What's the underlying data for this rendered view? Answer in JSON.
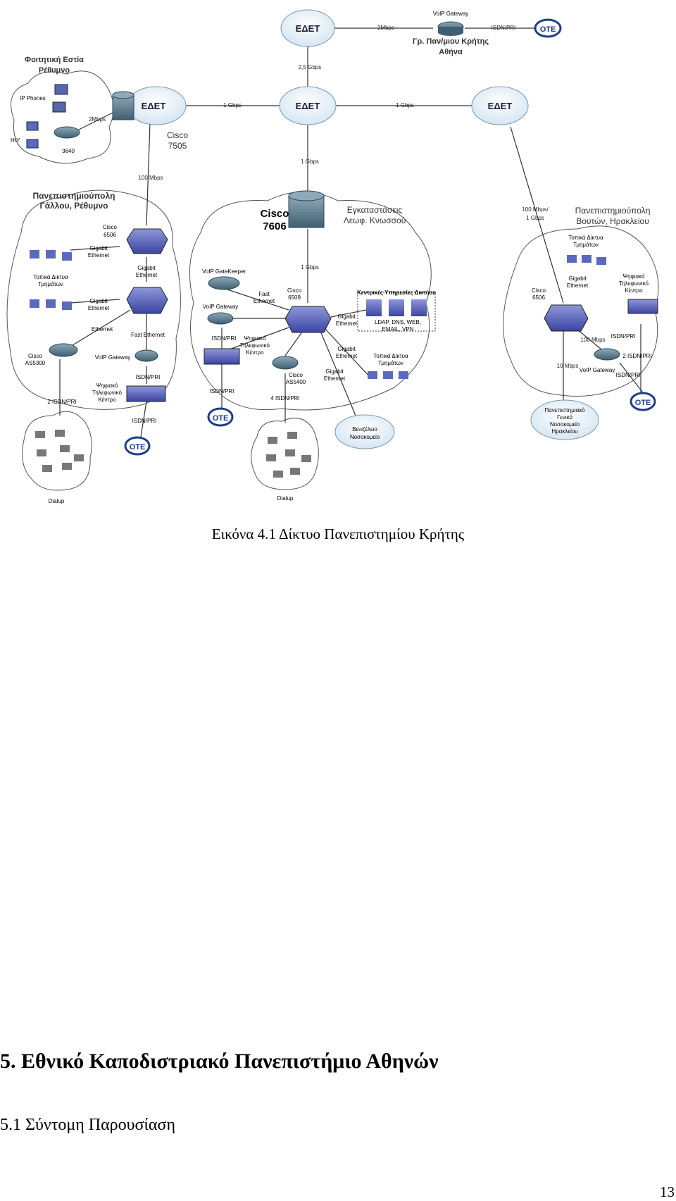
{
  "nodes": {
    "edet_top": "ΕΔΕΤ",
    "edet_left": "ΕΔΕΤ",
    "edet_center": "ΕΔΕΤ",
    "edet_right": "ΕΔΕΤ",
    "athens_voip": "VoIP Gateway",
    "athens_label1": "Γρ. Παν/μιου Κρήτης",
    "athens_label2": "Αθήνα",
    "ote": "ΟΤΕ",
    "student_home1": "Φοιτητική Εστία",
    "student_home2": "Ρέθυμνο",
    "ip_phones": "IP Phones",
    "pcs": "H/Y",
    "r3640": "3640",
    "cisco7505a": "Cisco",
    "cisco7505b": "7505",
    "gallou1": "Πανεπιστημιούπολη",
    "gallou2": "Γάλλου, Ρέθυμνο",
    "cisco6506a": "Cisco",
    "cisco6506b": "6506",
    "gigabit1": "Gigabit",
    "ethernet": "Ethernet",
    "local_nets1": "Τοπικά Δίκτυα",
    "local_nets2": "Τμημάτων",
    "fast_ethernet": "Fast Ethernet",
    "voip_gateway": "VoIP Gateway",
    "as5300a": "Cisco",
    "as5300b": "AS5300",
    "isdn_pri": "ISDN/PRI",
    "isdn_pri_2": "2 ISDN/PRI",
    "isdn_pri_4": "4 ISDN/PRI",
    "pbx1": "Ψηφιακό",
    "pbx2": "Τηλεφωνικό",
    "pbx3": "Κέντρο",
    "dialup": "Dialup",
    "cisco7606a": "Cisco",
    "cisco7606b": "7606",
    "knossos1": "Εγκαταστάσεις",
    "knossos2": "Λεωφ. Κνωσσού",
    "voip_gatekeeper": "VoIP GateKeeper",
    "fast": "Fast",
    "cisco6509a": "Cisco",
    "cisco6509b": "6509",
    "central_services": "Κεντρικές Υπηρεσίες Δικτύου",
    "services1": "LDAP, DNS, WEB,",
    "services2": "EMAIL, VPN",
    "as5400a": "Cisco",
    "as5400b": "AS5400",
    "venizelio1": "Βενιζέλειο",
    "venizelio2": "Νοσοκομείο",
    "voutes1": "Πανεπιστημιούπολη",
    "voutes2": "Βουτών, Ηρακλείου",
    "hospital1": "Πανεπιστημιακό",
    "hospital2": "Γενικό",
    "hospital3": "Νοσοκομείο",
    "hospital4": "Ηρακλείου"
  },
  "links": {
    "mbps2": "2Mbps",
    "gbps25": "2,5 Gbps",
    "gbps1": "1 Gbps",
    "mbps100": "100 Mbps",
    "mbps100_1gbps_a": "100 Mbps/",
    "mbps100_1gbps_b": "1 Gbps",
    "mbps10": "10 Mbps"
  },
  "caption": "Εικόνα 4.1 Δίκτυο Πανεπιστημίου Κρήτης",
  "heading": "5. Εθνικό Καποδιστριακό Πανεπιστήμιο Αθηνών",
  "subheading": "5.1 Σύντομη Παρουσίαση",
  "page_number": "13"
}
